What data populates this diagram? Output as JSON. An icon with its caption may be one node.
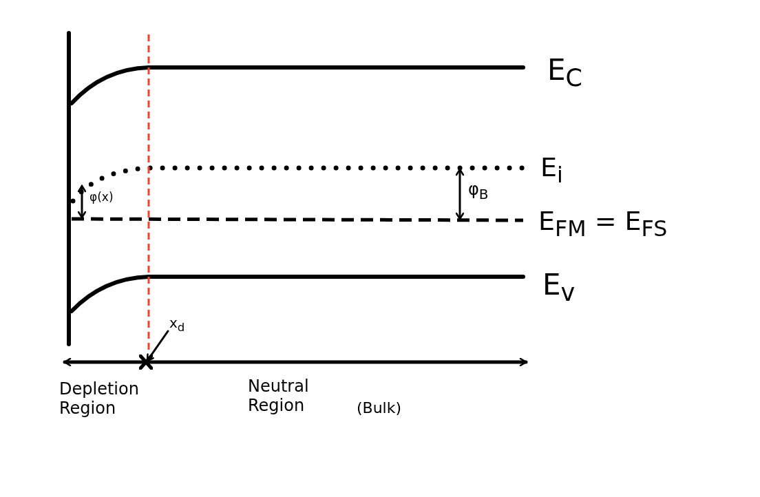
{
  "diagram": {
    "nodes": [
      {
        "text": [
          "x$_{d}$"
        ]
      },
      {
        "text": [],
        "shape": "cross"
      }
    ],
    "edges": [
      {
        "from": 0,
        "to": 1,
        "arrow": "to"
      }
    ],
    "labels": [
      "E$_{C}$",
      "E$_{i}$",
      "φ(x)",
      "φ$_{B}$",
      "E$_{FM}$ = E$_{FS}$",
      "E$_{v}$",
      "Depletion Region",
      "Neutral Region",
      "(Bulk)"
    ]
  }
}
